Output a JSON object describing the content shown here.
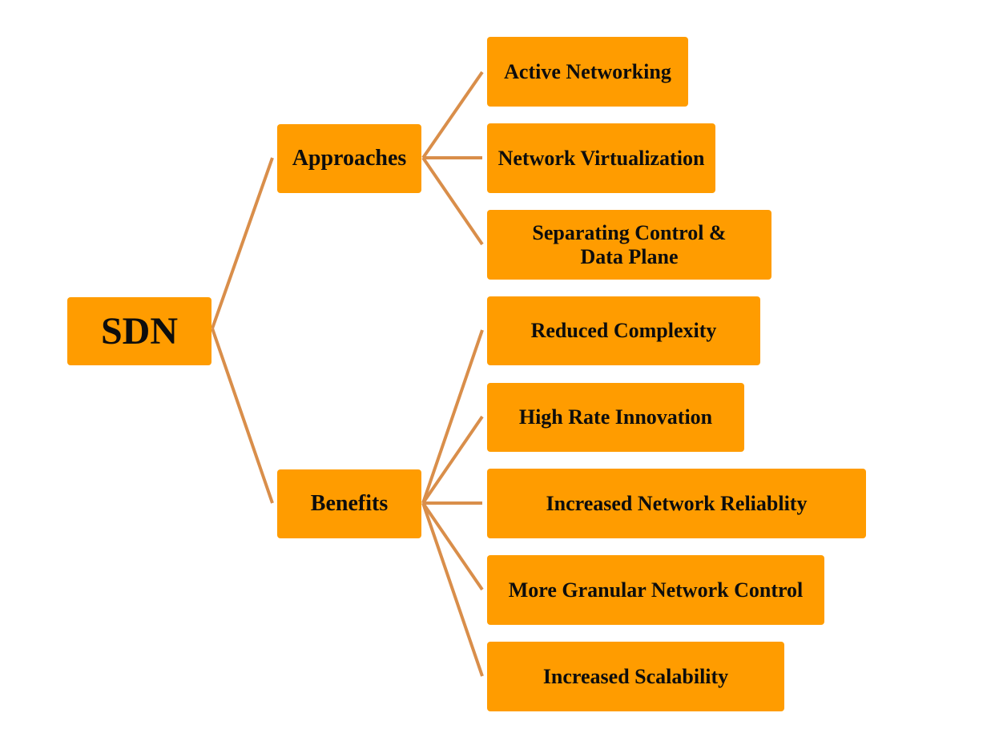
{
  "diagram": {
    "root": {
      "label": "SDN"
    },
    "branches": [
      {
        "label": "Approaches",
        "children": [
          "Active Networking",
          "Network Virtualization",
          "Separating Control & Data Plane"
        ]
      },
      {
        "label": "Benefits",
        "children": [
          "Reduced Complexity",
          "High Rate Innovation",
          "Increased Network Reliablity",
          "More Granular Network Control",
          "Increased Scalability"
        ]
      }
    ]
  },
  "colors": {
    "box": "#ff9c00",
    "connector": "#d98e4a",
    "text": "#0d0d0d"
  }
}
